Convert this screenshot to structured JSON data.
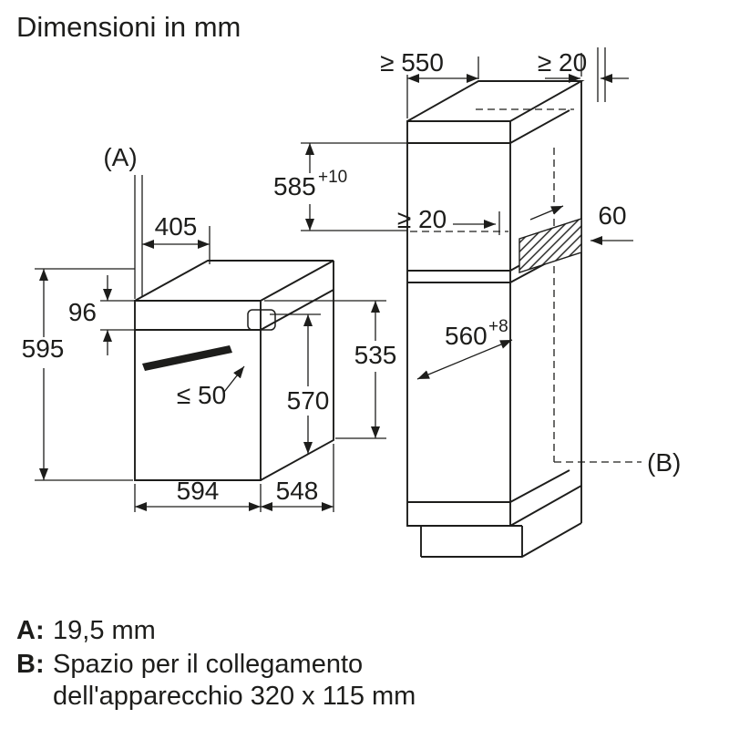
{
  "title": "Dimensioni in mm",
  "oven": {
    "label_a": "(A)",
    "top_depth": "405",
    "panel_height": "96",
    "height": "595",
    "door_max": "≤ 50",
    "body_height": "570",
    "side_height": "535",
    "width": "594",
    "depth": "548"
  },
  "cabinet": {
    "depth_min": "≥ 550",
    "wall_gap": "≥ 20",
    "niche_height": "585",
    "niche_height_tol": "+10",
    "vent_gap": "≥ 20",
    "vent_depth": "60",
    "niche_width": "560",
    "niche_width_tol": "+8",
    "label_b": "(B)"
  },
  "legend": {
    "a_key": "A:",
    "a_value": "19,5 mm",
    "b_key": "B:",
    "b_line1": "Spazio per il collegamento",
    "b_line2": "dell'apparecchio 320 x 115 mm"
  }
}
